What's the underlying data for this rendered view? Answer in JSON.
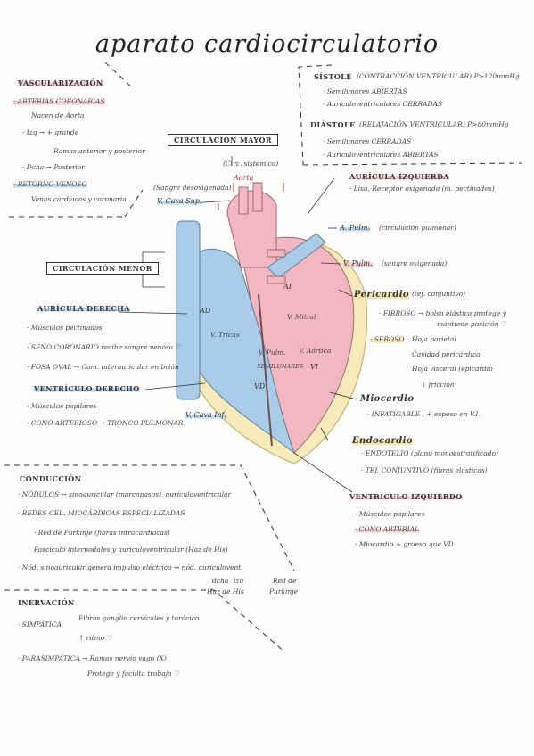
{
  "title": "aparato cardiocirculatorio",
  "vascularizacion": {
    "heading": "VASCULARIZACIÓN",
    "arterias": "· ARTERIAS CORONARIAS",
    "nacen": "Nacen de Aorta",
    "izq": "· Izq → + grande",
    "ramas": "Ramas anterior y posterior",
    "dcha": "· Dcha → Posterior",
    "retorno": "· RETORNO VENOSO",
    "venas": "Venas cardíacas y coronaria"
  },
  "sistole": {
    "heading": "SÍSTOLE",
    "desc": "(CONTRACCIÓN VENTRICULAR) P>120mmHg",
    "semilunares": "· Semilunares ABIERTAS",
    "auriculo": "· Auriculoventriculares CERRADAS"
  },
  "diastole": {
    "heading": "DIÁSTOLE",
    "desc": "(RELAJACIÓN VENTRICULAR) P>80mmHg",
    "semilunares": "· Semilunares CERRADAS",
    "auriculo": "· Auriculoventriculares ABIERTAS"
  },
  "circ_mayor": {
    "label": "CIRCULACIÓN MAYOR",
    "sub": "(Circ. sistémica)",
    "sangre": "(Sangre desoxigenada)"
  },
  "circ_menor": {
    "label": "CIRCULACIÓN MENOR"
  },
  "heart_labels": {
    "aorta": "Aorta",
    "vcava_sup": "V. Cava Sup.",
    "vcava_inf": "V. Cava Inf.",
    "apulm": "A. Pulm.",
    "apulm_note": "(circulación pulmonar)",
    "vpulm": "V. Pulm.",
    "vpulm_note": "(sangre oxigenada)",
    "ad": "AD",
    "ai": "AI",
    "vd": "VD",
    "vi": "VI",
    "vmitral": "V. Mitral",
    "vtricus": "V. Tricus",
    "vpulmvalve": "V. Pulm.",
    "vaortica": "V. Aórtica",
    "semilunares": "SEMILUNARES"
  },
  "auricula_izq": {
    "heading": "AURÍCULA IZQUIERDA",
    "desc": "· Lisa, Receptor oxigenada (m. pectinados)"
  },
  "pericardio": {
    "heading": "Pericardio",
    "sub": "(tej. conjuntivo)",
    "fibroso": "· FIBROSO → bolsa elástica protege y",
    "fibroso2": "mantiene posición ♡",
    "seroso": "· SEROSO",
    "parietal": "Hoja parietal",
    "cavidad": "Cavidad pericárdica",
    "visceral": "Hoja visceral (epicardio",
    "friccion": "↓ fricción"
  },
  "miocardio": {
    "heading": "Miocardio",
    "desc": "· INFATIGABLE , + espeso en V.I."
  },
  "endocardio": {
    "heading": "Endocardio",
    "endotelio": "· ENDOTELIO (plano monoestratificado)",
    "tej": "· TEJ. CONJUNTIVO (fibras elásticas)"
  },
  "ventriculo_izq": {
    "heading": "VENTRÍCULO IZQUIERDO",
    "musculos": "· Músculos papilares",
    "cono": "· CONO ARTERIAL",
    "miocardio": "· Miocardio + grueso que VD"
  },
  "auricula_dcha": {
    "heading": "AURÍCULA DERECHA",
    "musculos": "· Músculos pectinados",
    "seno": "· SENO CORONARIO recibe sangre venosa ♡",
    "fosa": "· FOSA OVAL → Com. interauricular embrión"
  },
  "ventriculo_dcho": {
    "heading": "VENTRÍCULO DERECHO",
    "musculos": "· Músculos papilares",
    "cono": "· CONO ARTERIOSO → TRONCO PULMONAR"
  },
  "conduccion": {
    "heading": "CONDUCCIÓN",
    "nodulos": "· NÓDULOS → sinoauricular (marcapasos), auriculoventricular",
    "redes": "· REDES CEL. MIOCÁRDICAS ESPECIALIZADAS",
    "purkinje": "· Red de Purkinje (fibras intracardíacas)",
    "fasciculo": "Fascículo internodales y auriculoventricular (Haz de His)",
    "nod": "· Nód. sinoauricular genera impulso eléctrico ⇝ nód. auriculovent.",
    "dcha": "dcha",
    "izq": "izq",
    "haz": "Haz de His",
    "red": "Red de",
    "purk": "Purkinje"
  },
  "inervacion": {
    "heading": "INERVACIÓN",
    "simpatica": "· SIMPÁTICA",
    "fibras": "Fibras ganglio cervicales y torácico",
    "ritmo": "↑ ritmo ♡",
    "parasimpatica": "· PARASIMPÁTICA",
    "ramas": "→ Ramas nervio vago (X)",
    "protege": "Protege y facilita trabajo ♡"
  },
  "colors": {
    "pink": "#f3c9d2",
    "blue": "#bcd9ee",
    "yellow": "#f4e3a8",
    "heart_red": "#f2b7c0",
    "heart_blue": "#a9cde9"
  }
}
